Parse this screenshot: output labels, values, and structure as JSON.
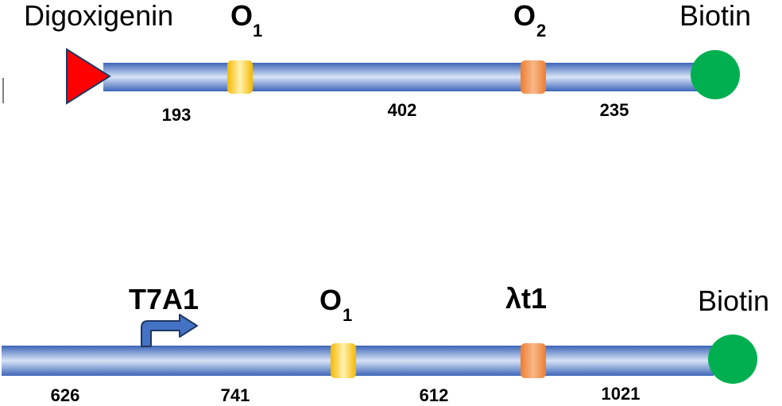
{
  "construct1": {
    "left_label": "Digoxigenin",
    "right_label": "Biotin",
    "site1": {
      "main": "O",
      "sub": "1"
    },
    "site2": {
      "main": "O",
      "sub": "2"
    },
    "lengths": [
      "193",
      "402",
      "235"
    ]
  },
  "construct2": {
    "promoter_label": "T7A1",
    "site1": {
      "main": "O",
      "sub": "1"
    },
    "terminator_label": "λt1",
    "right_label": "Biotin",
    "lengths": [
      "626",
      "741",
      "612",
      "1021"
    ]
  },
  "colors": {
    "dna": "#4472c4",
    "operator1": "#ffc000",
    "operator2": "#ed7d31",
    "biotin": "#00b050",
    "digoxigenin": "#ff0000"
  },
  "icons": [
    "digoxigenin-triangle-icon",
    "biotin-circle-icon",
    "promoter-arrow-icon"
  ]
}
